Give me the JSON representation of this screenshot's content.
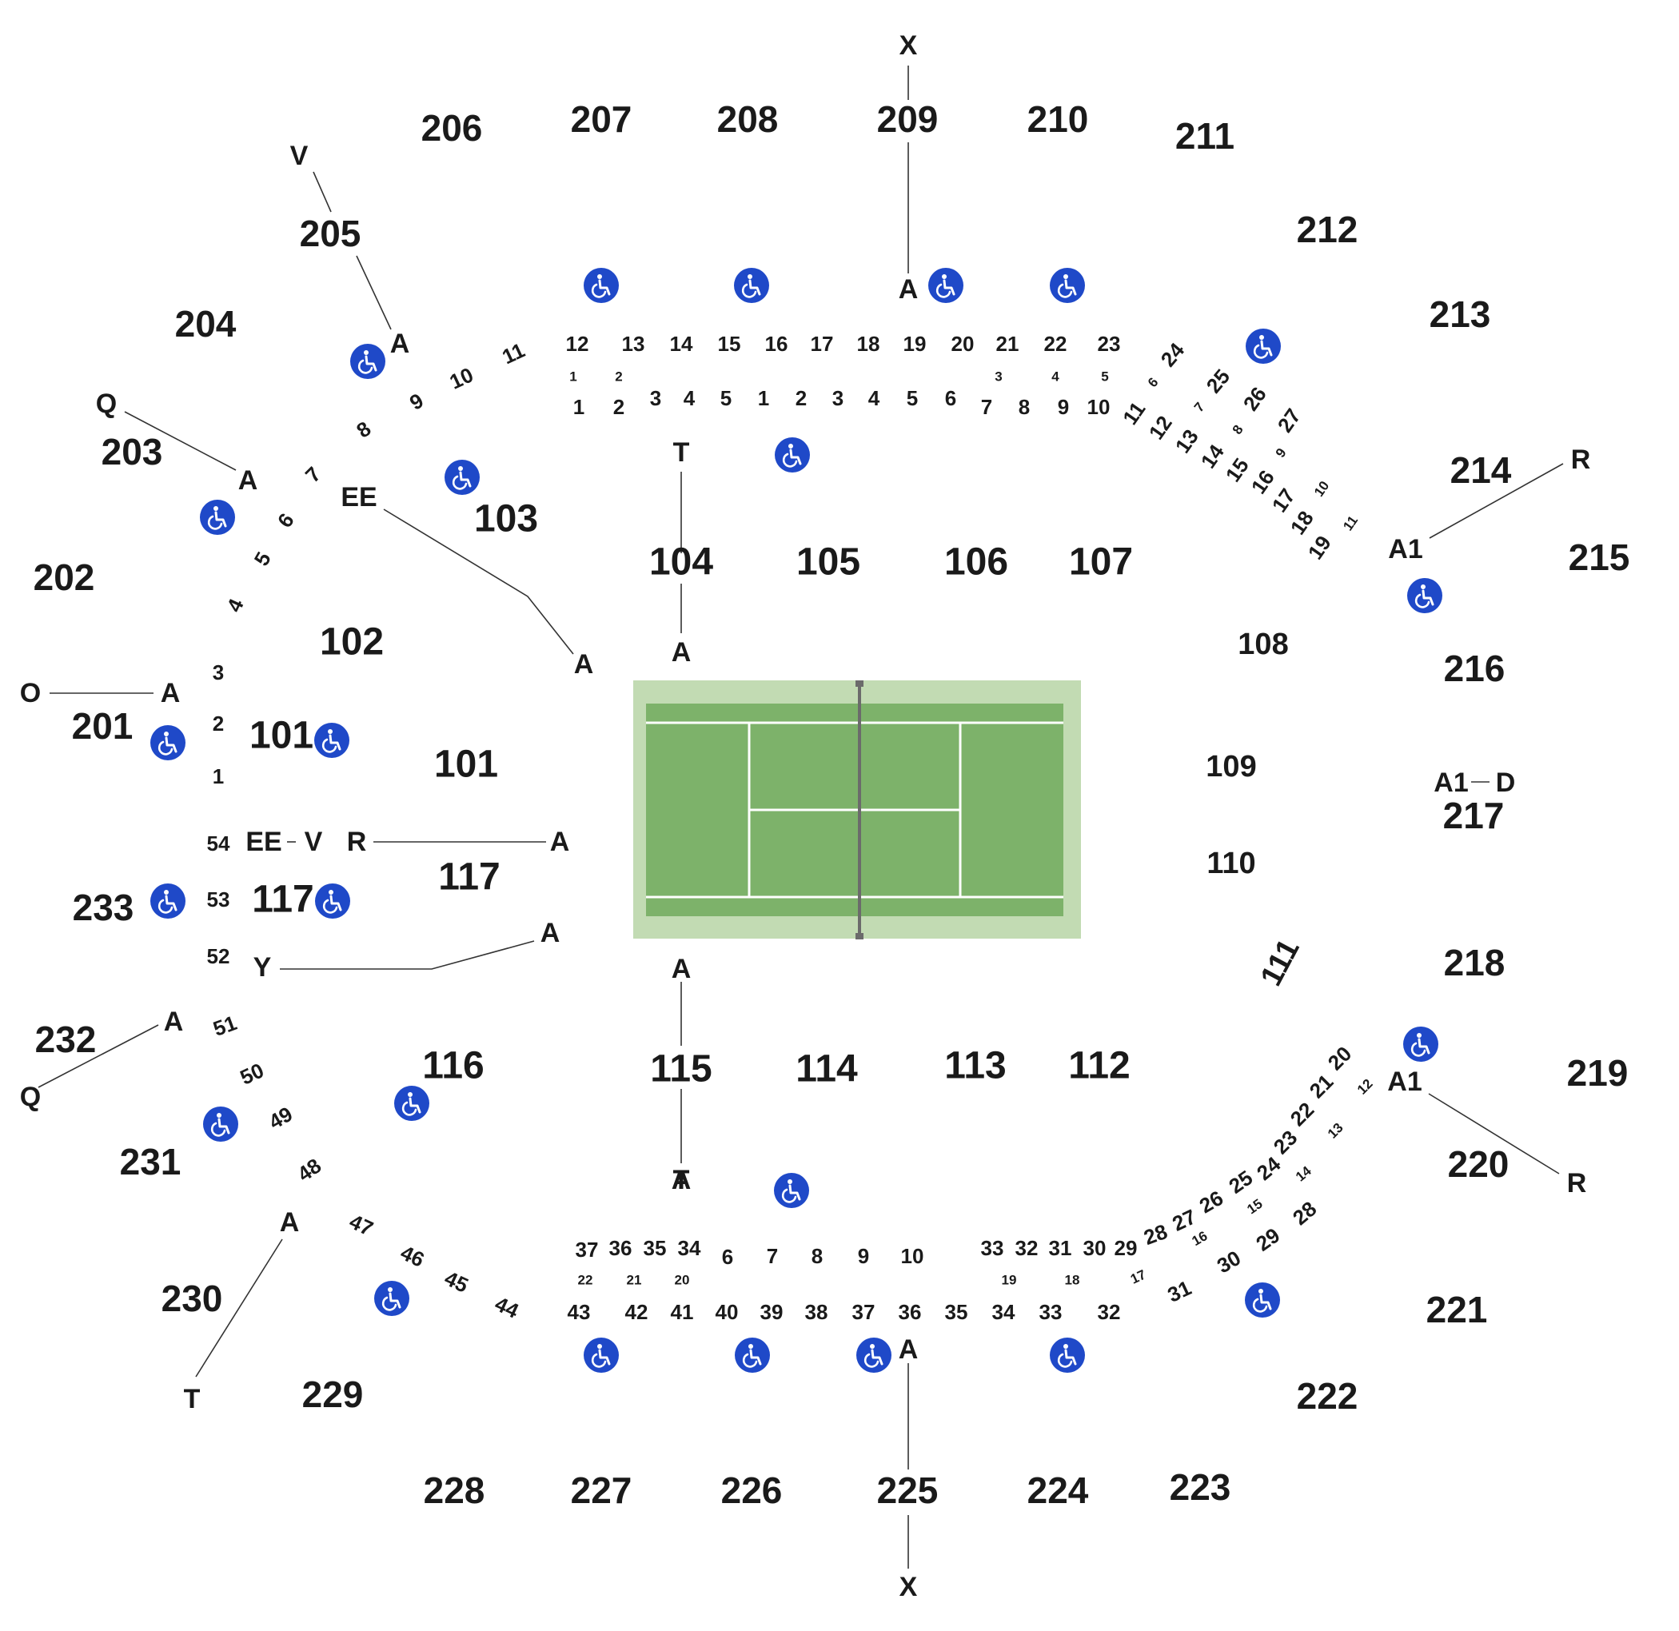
{
  "colors": {
    "court_outer": "#c2dbb3",
    "court_inner": "#7db26a",
    "court_lines": "#ffffff",
    "net": "#6b6b6b",
    "accessible_icon_bg": "#1f49c8",
    "accessible_icon_fg": "#ffffff",
    "text": "#1a1a1a"
  },
  "icons": {
    "accessible": "wheelchair-icon"
  },
  "sections_upper": [
    "201",
    "202",
    "203",
    "204",
    "205",
    "206",
    "207",
    "208",
    "209",
    "210",
    "211",
    "212",
    "213",
    "214",
    "215",
    "216",
    "217",
    "218",
    "219",
    "220",
    "221",
    "222",
    "223",
    "224",
    "225",
    "226",
    "227",
    "228",
    "229",
    "230",
    "231",
    "232",
    "233"
  ],
  "sections_lower": [
    "101",
    "101",
    "102",
    "103",
    "104",
    "105",
    "106",
    "107",
    "108",
    "109",
    "110",
    "111",
    "112",
    "113",
    "114",
    "115",
    "116",
    "117",
    "117"
  ],
  "row_labels": [
    "X",
    "V",
    "A",
    "Q",
    "A",
    "EE",
    "A",
    "A",
    "T",
    "A",
    "A1",
    "R",
    "O",
    "A",
    "A1",
    "D",
    "EE",
    "V",
    "R",
    "A",
    "Y",
    "A",
    "A",
    "A",
    "T",
    "Q",
    "A",
    "A1",
    "R",
    "T",
    "A",
    "A",
    "T",
    "X"
  ],
  "seat_numbers": {
    "top_upper": [
      "12",
      "13",
      "14",
      "15",
      "16",
      "17",
      "18",
      "19",
      "20",
      "21",
      "22",
      "23"
    ],
    "top_upper_small": [
      "1",
      "2",
      "3",
      "4",
      "5"
    ],
    "top_lower": [
      "1",
      "2",
      "3",
      "4",
      "5",
      "1",
      "2",
      "3",
      "4",
      "5",
      "6",
      "7",
      "8",
      "9",
      "10"
    ],
    "nw_arc": [
      "11",
      "10",
      "9",
      "8",
      "7",
      "6",
      "5",
      "4"
    ],
    "west_column": [
      "3",
      "2",
      "1",
      "54",
      "53",
      "52"
    ],
    "sw_arc": [
      "51",
      "50",
      "49",
      "48",
      "47",
      "46",
      "45",
      "44"
    ],
    "ne_outer": [
      "24",
      "25",
      "26",
      "27"
    ],
    "ne_outer_small": [
      "6",
      "7",
      "8",
      "9",
      "10",
      "11"
    ],
    "ne_inner": [
      "11",
      "12",
      "13",
      "14",
      "15",
      "16",
      "17",
      "18",
      "19"
    ],
    "bottom_upper": [
      "37",
      "36",
      "35",
      "34",
      "6",
      "7",
      "8",
      "9",
      "10",
      "33",
      "32",
      "31",
      "30",
      "29"
    ],
    "bottom_upper_small": [
      "22",
      "21",
      "20",
      "19",
      "18"
    ],
    "bottom_lower": [
      "43",
      "42",
      "41",
      "40",
      "39",
      "38",
      "37",
      "36",
      "35",
      "34",
      "33",
      "32"
    ],
    "se_arc": [
      "28",
      "27",
      "26",
      "25",
      "24",
      "23",
      "22",
      "21",
      "20",
      "31",
      "30",
      "29",
      "28"
    ],
    "se_small": [
      "17",
      "16",
      "15",
      "14",
      "13",
      "12"
    ]
  }
}
